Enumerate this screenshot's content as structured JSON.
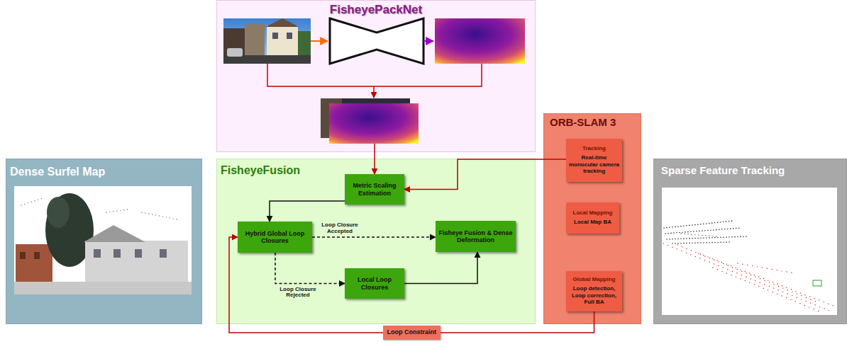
{
  "diagram": {
    "nodes": [
      {
        "text": [
          "FisheyePackNet"
        ]
      },
      {
        "text": [
          "Dense Surfel Map"
        ]
      },
      {
        "text": [
          "FisheyeFusion"
        ]
      },
      {
        "text": [
          "Metric Scaling Estimation"
        ],
        "in": 2
      },
      {
        "text": [
          "Hybrid Global Loop Closures"
        ],
        "in": 2
      },
      {
        "text": [
          "Fisheye Fusion & Dense Deformation"
        ],
        "in": 2
      },
      {
        "text": [
          "Local Loop Closures"
        ],
        "in": 2
      },
      {
        "text": [
          "ORB-SLAM 3"
        ]
      },
      {
        "text": [
          "Tracking",
          "Real-time monocular camera tracking"
        ],
        "in": 7
      },
      {
        "text": [
          "Local Mapping",
          "Local Map BA"
        ],
        "in": 7
      },
      {
        "text": [
          "Global Mapping",
          "Loop detection, Loop correction, Full BA"
        ],
        "in": 7
      },
      {
        "text": [
          "Sparse Feature Tracking"
        ]
      }
    ],
    "edges": [
      {
        "from": 0,
        "to": 3,
        "arrow": "to"
      },
      {
        "from": 8,
        "to": 3,
        "arrow": "to"
      },
      {
        "from": 3,
        "to": 4,
        "arrow": "to"
      },
      {
        "from": 4,
        "to": 5,
        "arrow": "to",
        "label": "Loop Closure Accepted"
      },
      {
        "from": 4,
        "to": 6,
        "arrow": "to",
        "label": "Loop Closure Rejected"
      },
      {
        "from": 6,
        "to": 5,
        "arrow": "to"
      },
      {
        "from": 10,
        "to": 4,
        "arrow": "to",
        "label": "Loop Constraint"
      }
    ]
  }
}
